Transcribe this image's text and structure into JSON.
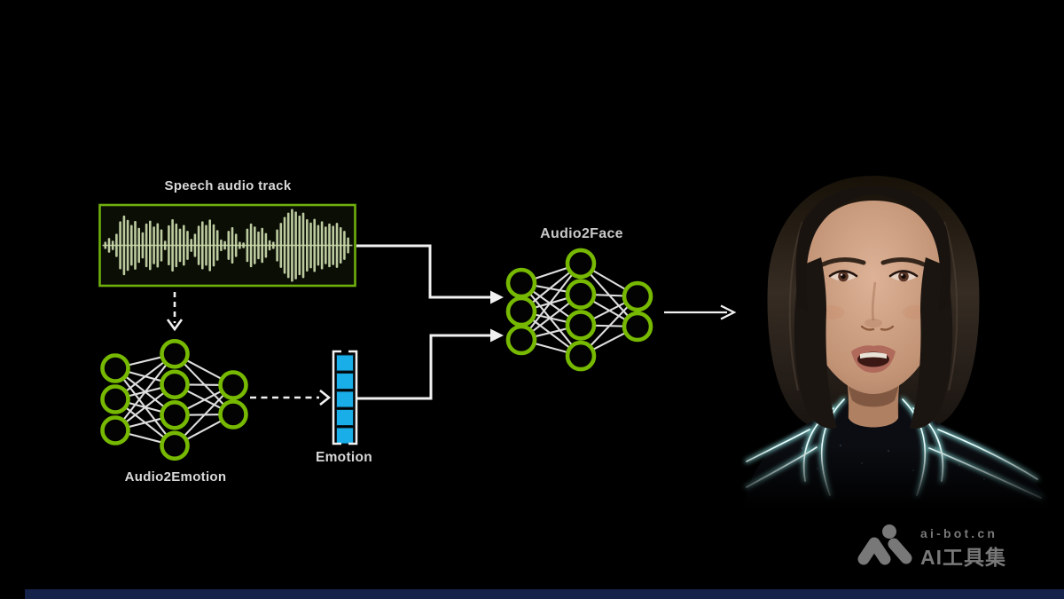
{
  "pipeline": {
    "speech_track": {
      "label": "Speech audio track",
      "border_color": "#6fb00d",
      "waveform_color": "#ccdcad",
      "amplitudes": [
        0.1,
        0.2,
        0.13,
        0.32,
        0.66,
        0.82,
        0.7,
        0.56,
        0.67,
        0.48,
        0.36,
        0.6,
        0.68,
        0.52,
        0.61,
        0.44,
        0.13,
        0.55,
        0.72,
        0.6,
        0.46,
        0.56,
        0.4,
        0.18,
        0.32,
        0.54,
        0.66,
        0.56,
        0.71,
        0.58,
        0.42,
        0.16,
        0.12,
        0.4,
        0.5,
        0.32,
        0.1,
        0.08,
        0.46,
        0.6,
        0.52,
        0.38,
        0.48,
        0.34,
        0.14,
        0.1,
        0.44,
        0.62,
        0.78,
        0.9,
        1.0,
        0.93,
        0.82,
        0.9,
        0.72,
        0.63,
        0.73,
        0.56,
        0.66,
        0.52,
        0.6,
        0.54,
        0.62,
        0.5,
        0.4,
        0.22
      ]
    },
    "audio2emotion": {
      "label": "Audio2Emotion",
      "layers": [
        3,
        4,
        2
      ]
    },
    "emotion_vector": {
      "label": "Emotion",
      "cells": 5,
      "cell_color": "#1aaee9"
    },
    "audio2face": {
      "label": "Audio2Face",
      "layers": [
        3,
        4,
        2
      ]
    },
    "node_color": "#76b900",
    "connector_color": "#f1f1f1"
  },
  "avatar": {
    "hair_color": "#2b241d",
    "skin_color": "#cfa183",
    "jacket_color": "#0b0d12",
    "glow_color": "#a9efec"
  },
  "watermark": {
    "site": "ai-bot.cn",
    "name": "AI工具集",
    "color": "#787878"
  }
}
